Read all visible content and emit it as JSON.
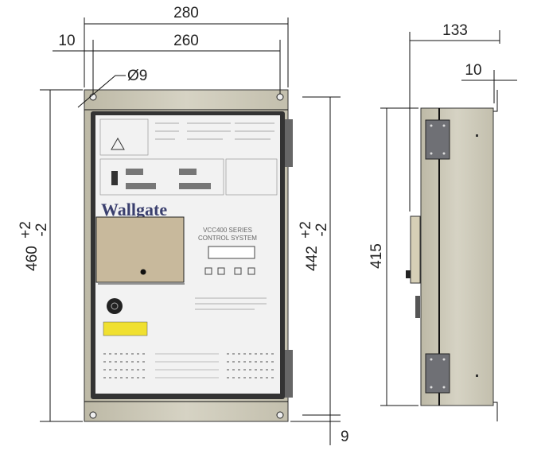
{
  "dimensions": {
    "overall_width": "280",
    "hole_spacing_width": "260",
    "hole_offset": "10",
    "hole_diameter": "Ø9",
    "overall_height": "460",
    "overall_height_tol_plus": "+2",
    "overall_height_tol_minus": "-2",
    "hole_spacing_height": "442",
    "hole_spacing_height_tol_plus": "+2",
    "hole_spacing_height_tol_minus": "-2",
    "bottom_hole_offset": "9",
    "depth": "133",
    "flange_depth": "10",
    "side_height": "415"
  },
  "panel": {
    "brand": "Wallgate",
    "title_line1": "VCC400 SERIES",
    "title_line2": "CONTROL SYSTEM"
  },
  "colors": {
    "enclosure": "#c9c5b4",
    "cover": "#c8b99c",
    "label": "#f2f2f2",
    "brand": "#3a3f6e",
    "warning": "#f0e030"
  }
}
